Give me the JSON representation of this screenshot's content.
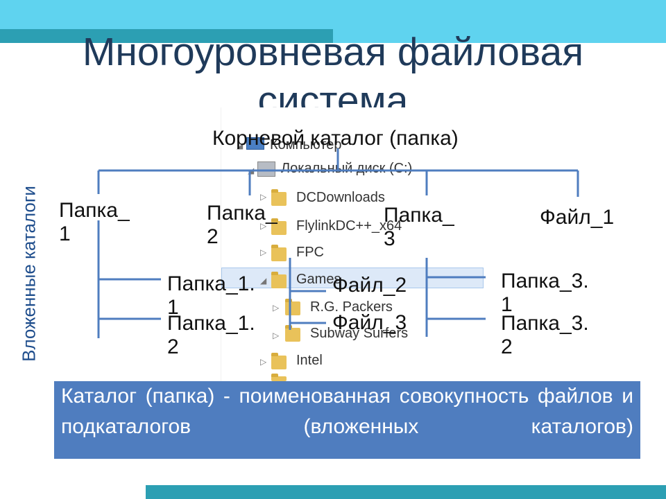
{
  "title": "Многоуровневая файловая система",
  "colors": {
    "band_light": "#5fd3ef",
    "band_dark": "#2c9fb3",
    "title": "#1f3a5a",
    "tree_line": "#4f7dbf",
    "def_bg": "#4f7dbf",
    "side_text": "#1e4d8c"
  },
  "explorer": {
    "computer": "Компьютер",
    "disk": "Локальный диск (C:)",
    "folders": [
      "DCDownloads",
      "FlylinkDC++_x64",
      "FPC",
      "Games",
      "R.G. Packers",
      "Subway Surfers",
      "Intel"
    ]
  },
  "diagram": {
    "root": "Корневой каталог (папка)",
    "side_label": "Вложенные каталоги",
    "level1": {
      "p1": "Папка_\n1",
      "p2": "Папка_\n2",
      "p3": "Папка_\n3",
      "f1": "Файл_1"
    },
    "level2": {
      "p11": "Папка_1.\n1",
      "p12": "Папка_1.\n2",
      "f2": "Файл_2",
      "f3": "Файл_3",
      "p31": "Папка_3.\n1",
      "p32": "Папка_3.\n2"
    }
  },
  "definition": "Каталог (папка) - поименованная совокупность файлов и подкаталогов (вложенных каталогов)"
}
